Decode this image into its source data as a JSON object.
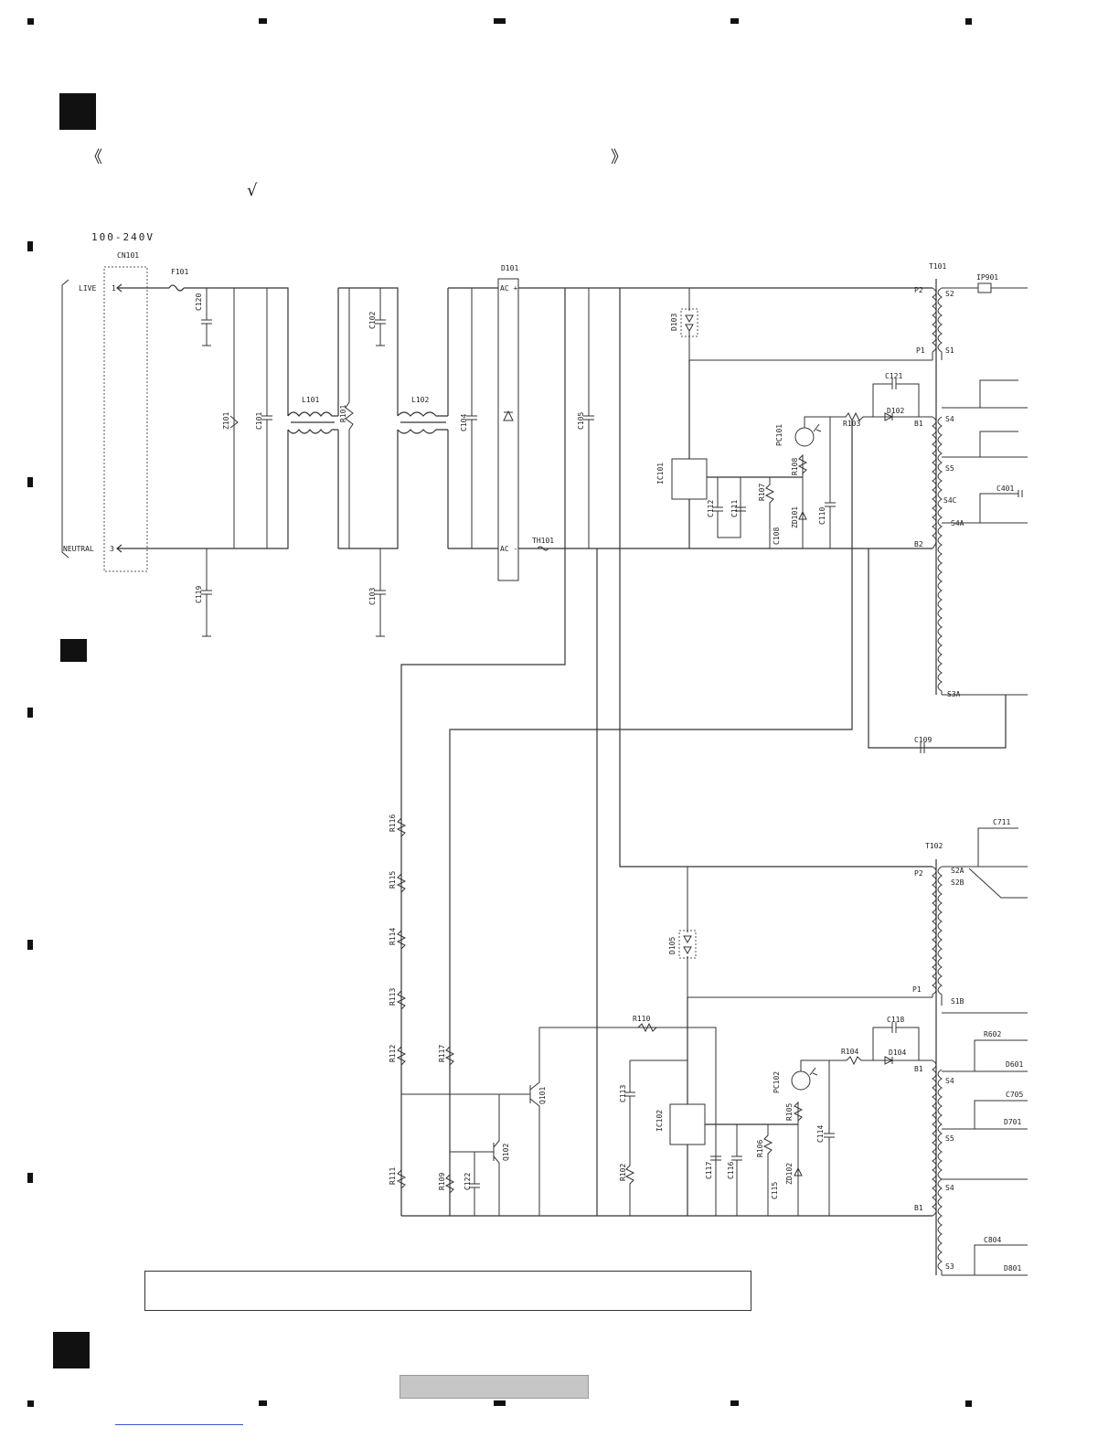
{
  "header": {
    "open_mark": "《",
    "close_mark": "》",
    "check_mark": "√"
  },
  "input": {
    "voltage": "100-240V",
    "connector": "CN101",
    "live": "LIVE",
    "neutral": "NEUTRAL",
    "pin_live": "1",
    "pin_neutral": "3"
  },
  "components": {
    "fuse": "F101",
    "bridge": "D101",
    "bridge_ac_plus": "AC +",
    "bridge_ac_minus": "AC -",
    "thermistor": "TH101",
    "l101": "L101",
    "l102": "L102",
    "z101": "Z101",
    "r101": "R101",
    "c101": "C101",
    "c102": "C102",
    "c103": "C103",
    "c104": "C104",
    "c105": "C105",
    "c119": "C119",
    "c120": "C120",
    "d103": "D103",
    "ic101": "IC101",
    "c112": "C112",
    "c111": "C111",
    "r107": "R107",
    "c108": "C108",
    "zd101": "ZD101",
    "r108": "R108",
    "pc101": "PC101",
    "c110": "C110",
    "r103": "R103",
    "d102": "D102",
    "c121": "C121",
    "t101": "T101",
    "ip901": "IP901",
    "c109": "C109",
    "c401": "C401",
    "r116": "R116",
    "r115": "R115",
    "r114": "R114",
    "r113": "R113",
    "r112": "R112",
    "r111": "R111",
    "r117": "R117",
    "r109": "R109",
    "c122": "C122",
    "q101": "Q101",
    "q102": "Q102",
    "r110": "R110",
    "c113": "C113",
    "r102": "R102",
    "ic102": "IC102",
    "c117": "C117",
    "c116": "C116",
    "r106": "R106",
    "c115": "C115",
    "zd102": "ZD102",
    "r105": "R105",
    "pc102": "PC102",
    "c114": "C114",
    "r104": "R104",
    "d104": "D104",
    "c118": "C118",
    "d105": "D105",
    "t102": "T102",
    "c711": "C711",
    "r602": "R602",
    "d601": "D601",
    "c705": "C705",
    "d701": "D701",
    "c804": "C804",
    "d801": "D801"
  },
  "pins": {
    "p1": "P1",
    "p2": "P2",
    "s1": "S1",
    "s2": "S2",
    "s4": "S4",
    "s5": "S5",
    "s4c": "S4C",
    "s4a": "S4A",
    "s3a": "S3A",
    "s2a": "S2A",
    "s2b": "S2B",
    "s1b": "S1B",
    "b1": "B1",
    "b2": "B2",
    "s3": "S3"
  },
  "colors": {
    "ink": "#333333",
    "page_bar": "#c6c6c6",
    "link": "#3355cc"
  }
}
